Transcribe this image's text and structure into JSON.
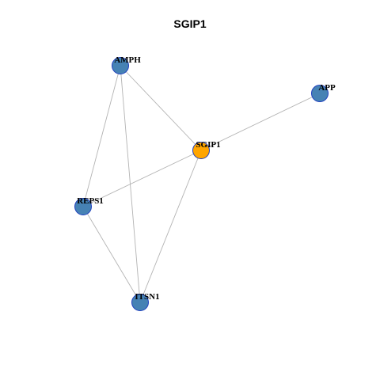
{
  "title": "SGIP1",
  "colors": {
    "center_node": "#FFA500",
    "neighbor_node": "#4682B4",
    "node_border": "#1F3FBF",
    "edge": "#B3B3B3"
  },
  "nodes": [
    {
      "id": "AMPH",
      "label": "AMPH",
      "role": "neighbor"
    },
    {
      "id": "APP",
      "label": "APP",
      "role": "neighbor"
    },
    {
      "id": "SGIP1",
      "label": "SGIP1",
      "role": "center"
    },
    {
      "id": "REPS1",
      "label": "REPS1",
      "role": "neighbor"
    },
    {
      "id": "ITSN1",
      "label": "ITSN1",
      "role": "neighbor"
    }
  ],
  "edges": [
    {
      "source": "AMPH",
      "target": "SGIP1"
    },
    {
      "source": "AMPH",
      "target": "REPS1"
    },
    {
      "source": "AMPH",
      "target": "ITSN1"
    },
    {
      "source": "APP",
      "target": "SGIP1"
    },
    {
      "source": "SGIP1",
      "target": "REPS1"
    },
    {
      "source": "SGIP1",
      "target": "ITSN1"
    },
    {
      "source": "REPS1",
      "target": "ITSN1"
    }
  ]
}
